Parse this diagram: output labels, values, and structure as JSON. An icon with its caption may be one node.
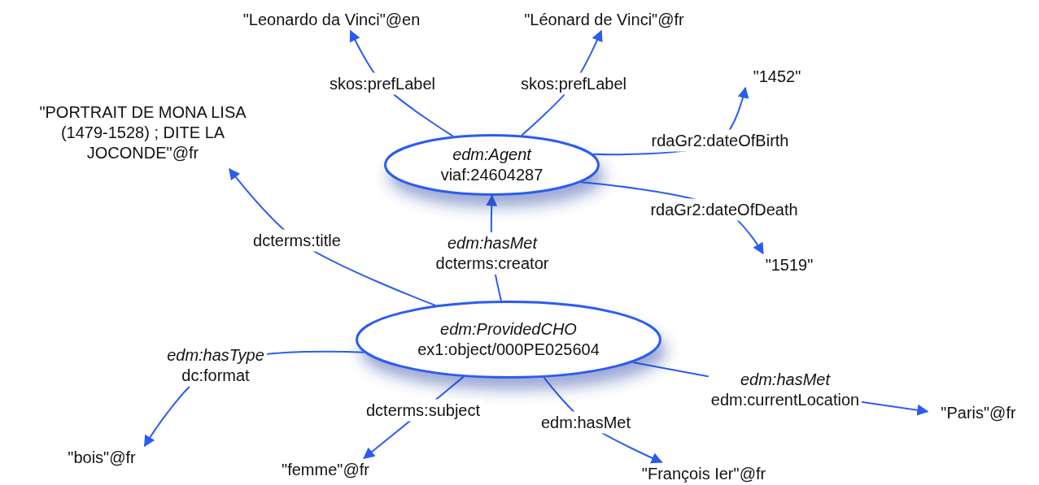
{
  "diagram": {
    "nodes": [
      {
        "text": [
          "edm:Agent",
          "viaf:24604287"
        ]
      },
      {
        "text": [
          "edm:ProvidedCHO",
          "ex1:object/000PE025604"
        ]
      },
      {
        "text": [
          "\"Leonardo da Vinci\"@en"
        ]
      },
      {
        "text": [
          "\"Léonard de Vinci\"@fr"
        ]
      },
      {
        "text": [
          "\"1452\""
        ]
      },
      {
        "text": [
          "\"1519\""
        ]
      },
      {
        "text": [
          "\"PORTRAIT DE MONA LISA (1479-1528) ; DITE LA JOCONDE\"@fr"
        ]
      },
      {
        "text": [
          "\"bois\"@fr"
        ]
      },
      {
        "text": [
          "\"femme\"@fr"
        ]
      },
      {
        "text": [
          "\"François Ier\"@fr"
        ]
      },
      {
        "text": [
          "\"Paris\"@fr"
        ]
      }
    ],
    "edges": [
      {
        "from": 0,
        "to": 2,
        "arrow": "to",
        "label": "skos:prefLabel"
      },
      {
        "from": 0,
        "to": 3,
        "arrow": "to",
        "label": "skos:prefLabel"
      },
      {
        "from": 0,
        "to": 4,
        "arrow": "to",
        "label": "rdaGr2:dateOfBirth"
      },
      {
        "from": 0,
        "to": 5,
        "arrow": "to",
        "label": "rdaGr2:dateOfDeath"
      },
      {
        "from": 1,
        "to": 0,
        "arrow": "to",
        "label": "*edm:hasMet* dcterms:creator"
      },
      {
        "from": 1,
        "to": 6,
        "arrow": "to",
        "label": "dcterms:title"
      },
      {
        "from": 1,
        "to": 7,
        "arrow": "to",
        "label": "*edm:hasType* dc:format"
      },
      {
        "from": 1,
        "to": 8,
        "arrow": "to",
        "label": "dcterms:subject"
      },
      {
        "from": 1,
        "to": 9,
        "arrow": "to",
        "label": "edm:hasMet"
      },
      {
        "from": 1,
        "to": 10,
        "arrow": "to",
        "label": "*edm:hasMet* edm:currentLocation"
      }
    ]
  }
}
